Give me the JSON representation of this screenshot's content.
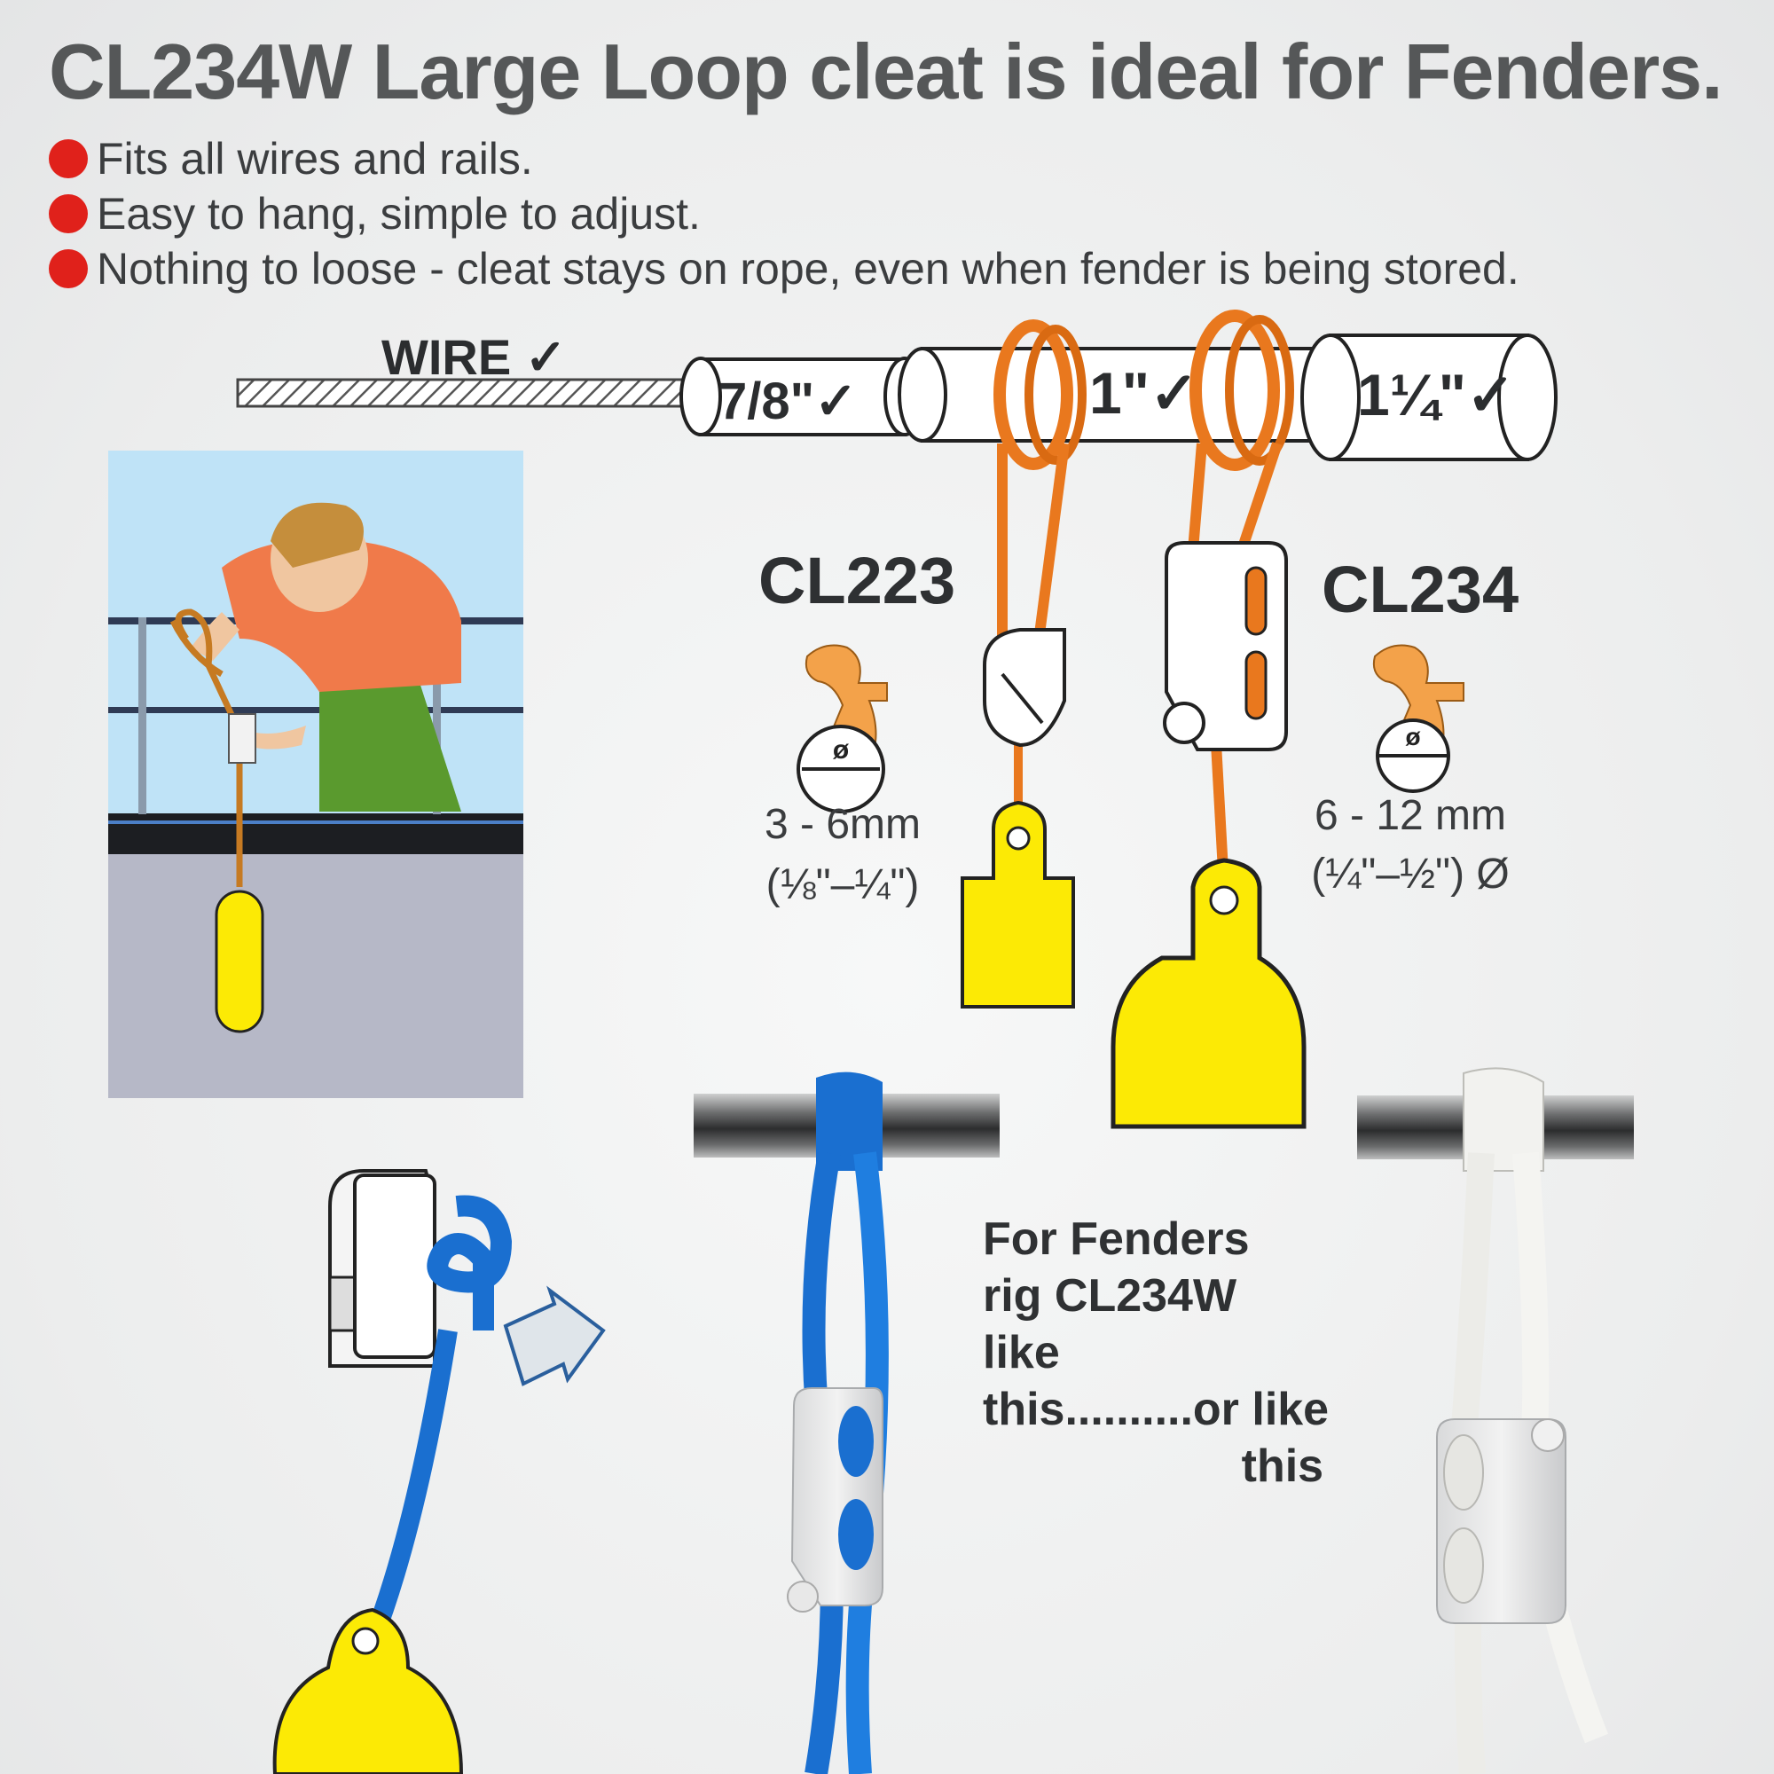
{
  "title": "CL234W Large Loop cleat is ideal for Fenders.",
  "bullets": [
    "Fits all wires and rails.",
    "Easy to hang, simple to adjust.",
    "Nothing to loose - cleat stays on rope, even when fender is being stored."
  ],
  "rail_labels": {
    "wire": "WIRE ✓",
    "size_small": "7/8\"✓",
    "size_mid": "1\"✓",
    "size_large": "1¼\"✓"
  },
  "cleats": [
    {
      "model": "CL223",
      "diameter_symbol": "ø",
      "range_mm": "3 - 6mm",
      "range_in": "(⅛\"–¼\")"
    },
    {
      "model": "CL234",
      "diameter_symbol": "ø",
      "range_mm": "6 - 12 mm",
      "range_in": "(¼\"–½\") Ø"
    }
  ],
  "fender_text": [
    "For Fenders",
    "rig CL234W",
    "like",
    "this..........or like",
    "this"
  ],
  "colors": {
    "title": "#555758",
    "bullet_dot": "#e0211b",
    "loop_orange": "#e9781e",
    "fender_yellow": "#fcea05",
    "rope_blue": "#1a6fd0",
    "panel_sky": "#bfe3f7",
    "panel_deck": "#b6b8c7"
  },
  "icons": [
    "bullet-dot-icon",
    "checkmark-icon",
    "diameter-icon",
    "arrow-icon"
  ]
}
